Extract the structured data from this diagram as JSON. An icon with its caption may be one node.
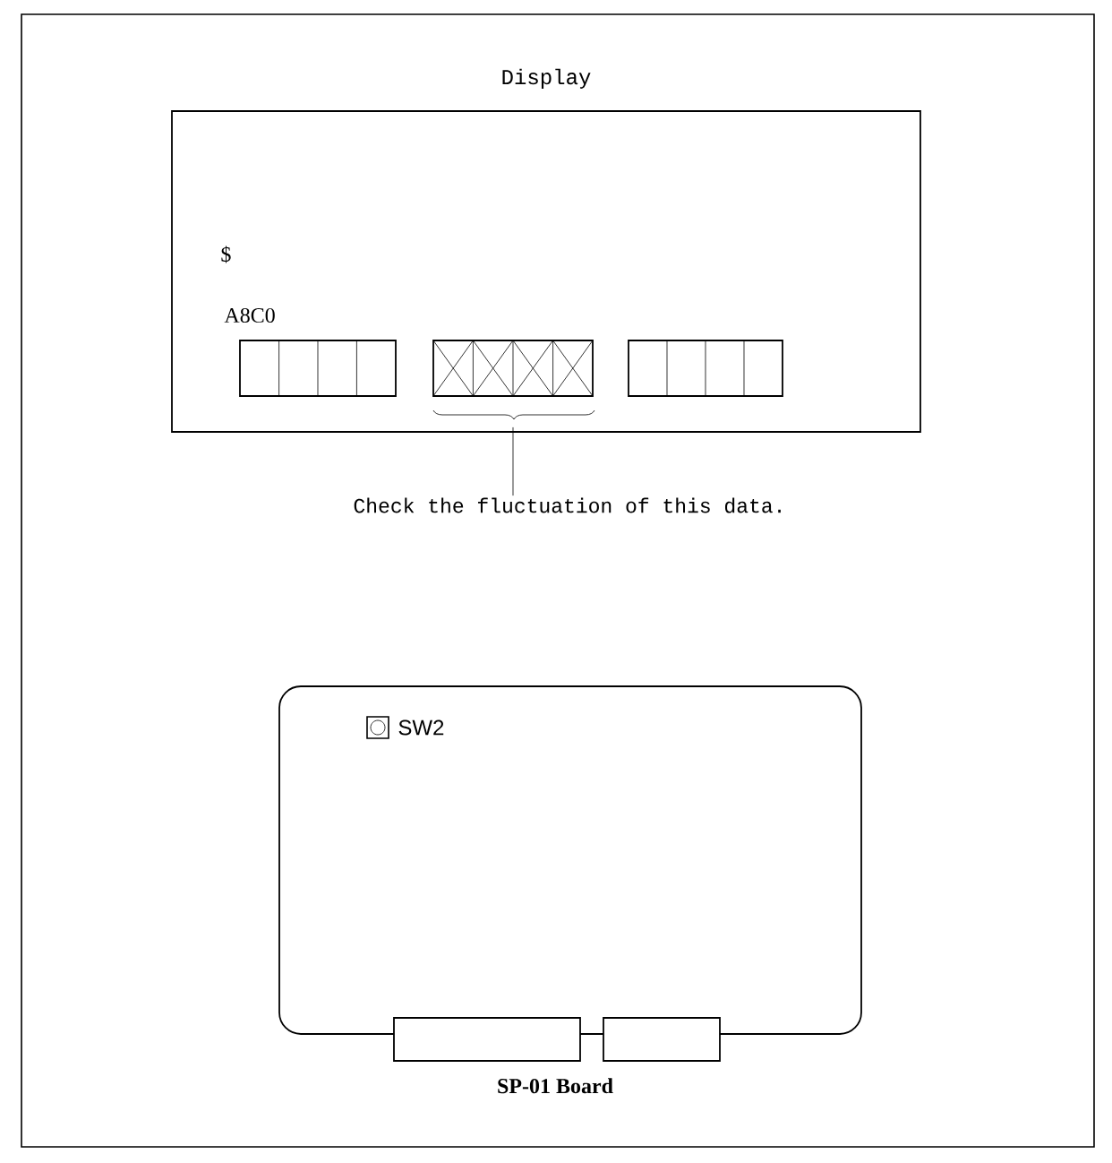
{
  "diagram": {
    "nodes": [
      {
        "text": [
          "Display"
        ]
      },
      {
        "text": [],
        "shape": "box",
        "in": 0
      },
      {
        "text": [],
        "shape": "box",
        "in": 0
      },
      {
        "text": [],
        "shape": "box",
        "in": 0
      },
      {
        "text": [
          "Check the fluctuation of this data."
        ]
      },
      {
        "text": [
          "SP-01 Board"
        ]
      }
    ],
    "edges": [
      {
        "from": 4,
        "to": 2,
        "arrow": "none"
      }
    ],
    "labels": [
      "$",
      "A8C0",
      "SW2"
    ]
  }
}
